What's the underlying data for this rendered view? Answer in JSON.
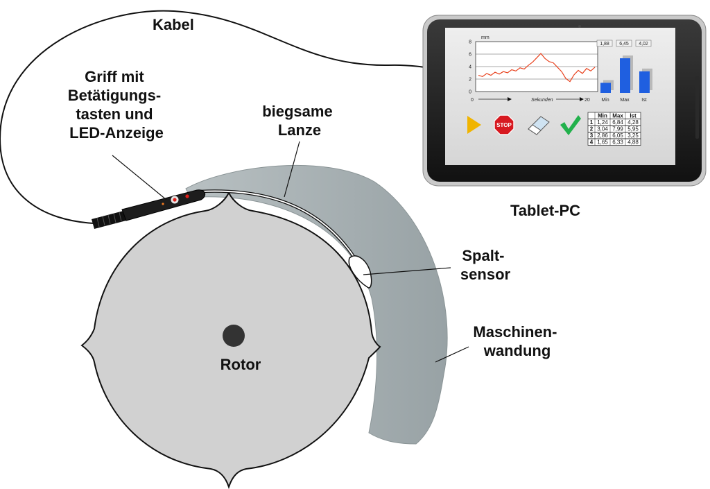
{
  "labels": {
    "cable": "Kabel",
    "handle": [
      "Griff mit",
      "Betätigungs-",
      "tasten und",
      "LED-Anzeige"
    ],
    "lance": [
      "biegsame",
      "Lanze"
    ],
    "tablet": "Tablet-PC",
    "sensor": [
      "Spalt-",
      "sensor"
    ],
    "wall": [
      "Maschinen-",
      "wandung"
    ],
    "rotor": "Rotor"
  },
  "screen": {
    "unit": "mm",
    "yticks": [
      "8",
      "6",
      "4",
      "2",
      "0"
    ],
    "xstart": "0",
    "xlabel": "Sekunden",
    "xend": "20",
    "bars": [
      {
        "label": "Min",
        "value_text": "1,88",
        "value": 1.88
      },
      {
        "label": "Max",
        "value_text": "6,45",
        "value": 6.45
      },
      {
        "label": "Ist",
        "value_text": "4,02",
        "value": 4.02
      }
    ],
    "stop_text": "STOP",
    "table": {
      "headers": [
        "",
        "Min",
        "Max",
        "Ist"
      ],
      "rows": [
        [
          "1",
          "1,24",
          "6,84",
          "4,28"
        ],
        [
          "2",
          "3,04",
          "7,99",
          "5,95"
        ],
        [
          "3",
          "2,86",
          "6,05",
          "3,25"
        ],
        [
          "4",
          "1,65",
          "6,33",
          "4,88"
        ]
      ]
    },
    "colors": {
      "line": "#e8411d",
      "bar": "#1f5fe0",
      "bar_shadow": "#b9b9b9",
      "play": "#f0b400",
      "stop": "#d71920",
      "check": "#22b14c"
    }
  },
  "chart_data": {
    "type": "line",
    "x_range": [
      0,
      20
    ],
    "ylim": [
      0,
      8
    ],
    "y": [
      2.6,
      2.4,
      2.9,
      2.6,
      3.1,
      2.8,
      3.2,
      3.0,
      3.5,
      3.3,
      3.8,
      3.6,
      4.2,
      4.7,
      5.4,
      6.1,
      5.3,
      4.8,
      4.6,
      3.9,
      3.2,
      2.1,
      1.6,
      2.7,
      3.4,
      2.9,
      3.7,
      3.3,
      3.9
    ]
  }
}
